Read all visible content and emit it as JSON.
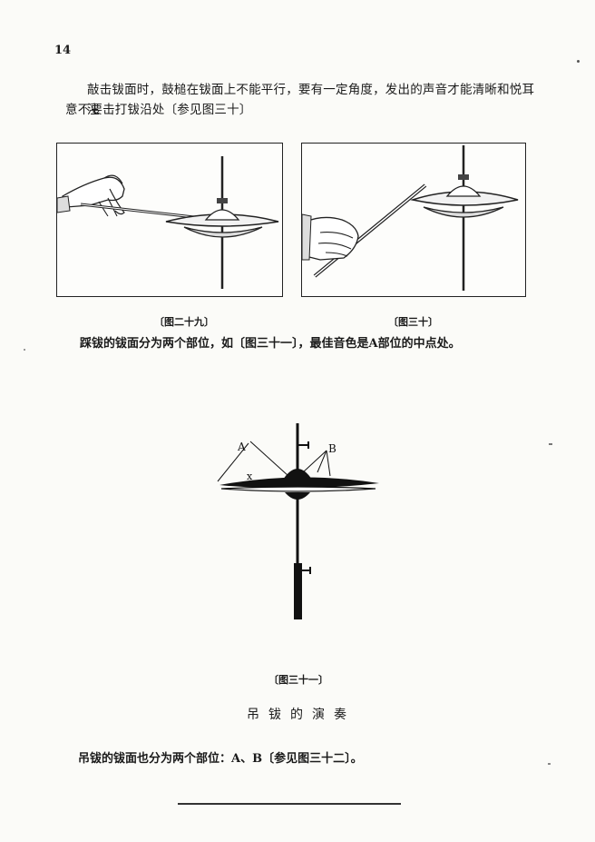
{
  "page_number": "14",
  "paragraph1": {
    "line1": "敲击钹面时，鼓槌在钹面上不能平行，要有一定角度，发出的声音才能清晰和悦耳  注",
    "line2": "意不要击打钹沿处〔参见图三十〕"
  },
  "figures": {
    "fig29_caption": "〔图二十九〕",
    "fig30_caption": "〔图三十〕",
    "fig31_caption": "〔图三十一〕",
    "fig31_labels": {
      "a": "A",
      "b": "B",
      "x": "x"
    }
  },
  "paragraph2": "踩钹的钹面分为两个部位，如〔图三十一〕，最佳音色是A部位的中点处。",
  "section_title": "吊钹的演奏",
  "paragraph3": "吊钹的钹面也分为两个部位：A、B〔参见图三十二〕。"
}
